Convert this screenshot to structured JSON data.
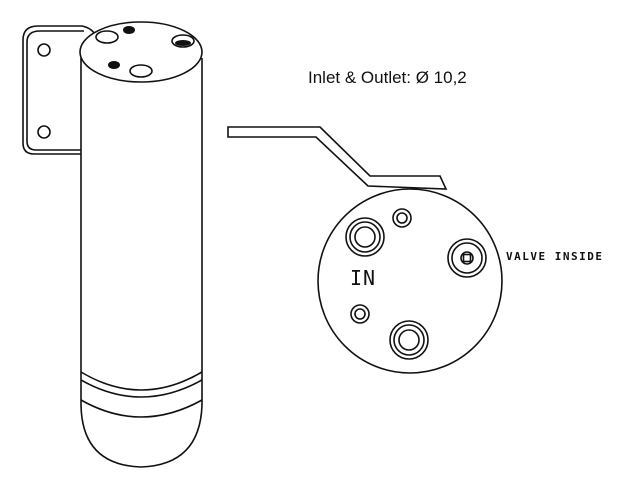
{
  "spec_text": "Inlet & Outlet: Ø 10,2",
  "in_label": "IN",
  "valve_label": "VALVE INSIDE",
  "line_color": "#111111"
}
